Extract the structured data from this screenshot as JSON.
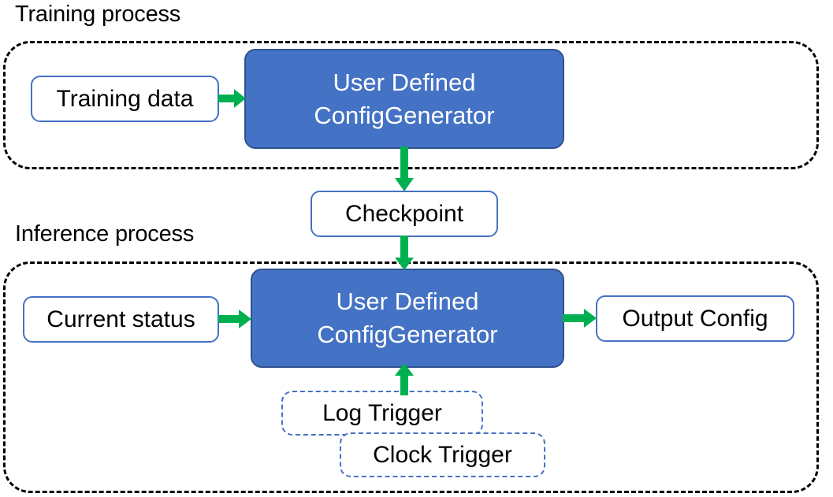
{
  "diagram": {
    "title_training": "Training process",
    "title_inference": "Inference process",
    "colors": {
      "process_fill": "#4472C4",
      "process_border": "#2F528F",
      "node_border": "#4472C4",
      "arrow_green": "#00B050",
      "group_border": "#000000",
      "text_dark": "#000000",
      "text_light": "#FFFFFF"
    },
    "nodes": {
      "training_data": "Training data",
      "generator_training_line1": "User Defined",
      "generator_training_line2": "ConfigGenerator",
      "checkpoint": "Checkpoint",
      "current_status": "Current status",
      "generator_inference_line1": "User Defined",
      "generator_inference_line2": "ConfigGenerator",
      "output_config": "Output Config",
      "log_trigger": "Log Trigger",
      "clock_trigger": "Clock Trigger"
    },
    "edges": [
      {
        "id": "data-to-generator",
        "from": "Training data",
        "to": "User Defined ConfigGenerator",
        "direction": "right"
      },
      {
        "id": "generator-to-checkpoint",
        "from": "User Defined ConfigGenerator",
        "to": "Checkpoint",
        "direction": "down"
      },
      {
        "id": "checkpoint-to-generator",
        "from": "Checkpoint",
        "to": "User Defined ConfigGenerator",
        "direction": "down"
      },
      {
        "id": "status-to-generator",
        "from": "Current status",
        "to": "User Defined ConfigGenerator",
        "direction": "right"
      },
      {
        "id": "generator-to-output",
        "from": "User Defined ConfigGenerator",
        "to": "Output Config",
        "direction": "right"
      },
      {
        "id": "triggers-to-generator",
        "from": "Log Trigger / Clock Trigger",
        "to": "User Defined ConfigGenerator",
        "direction": "up"
      }
    ]
  }
}
